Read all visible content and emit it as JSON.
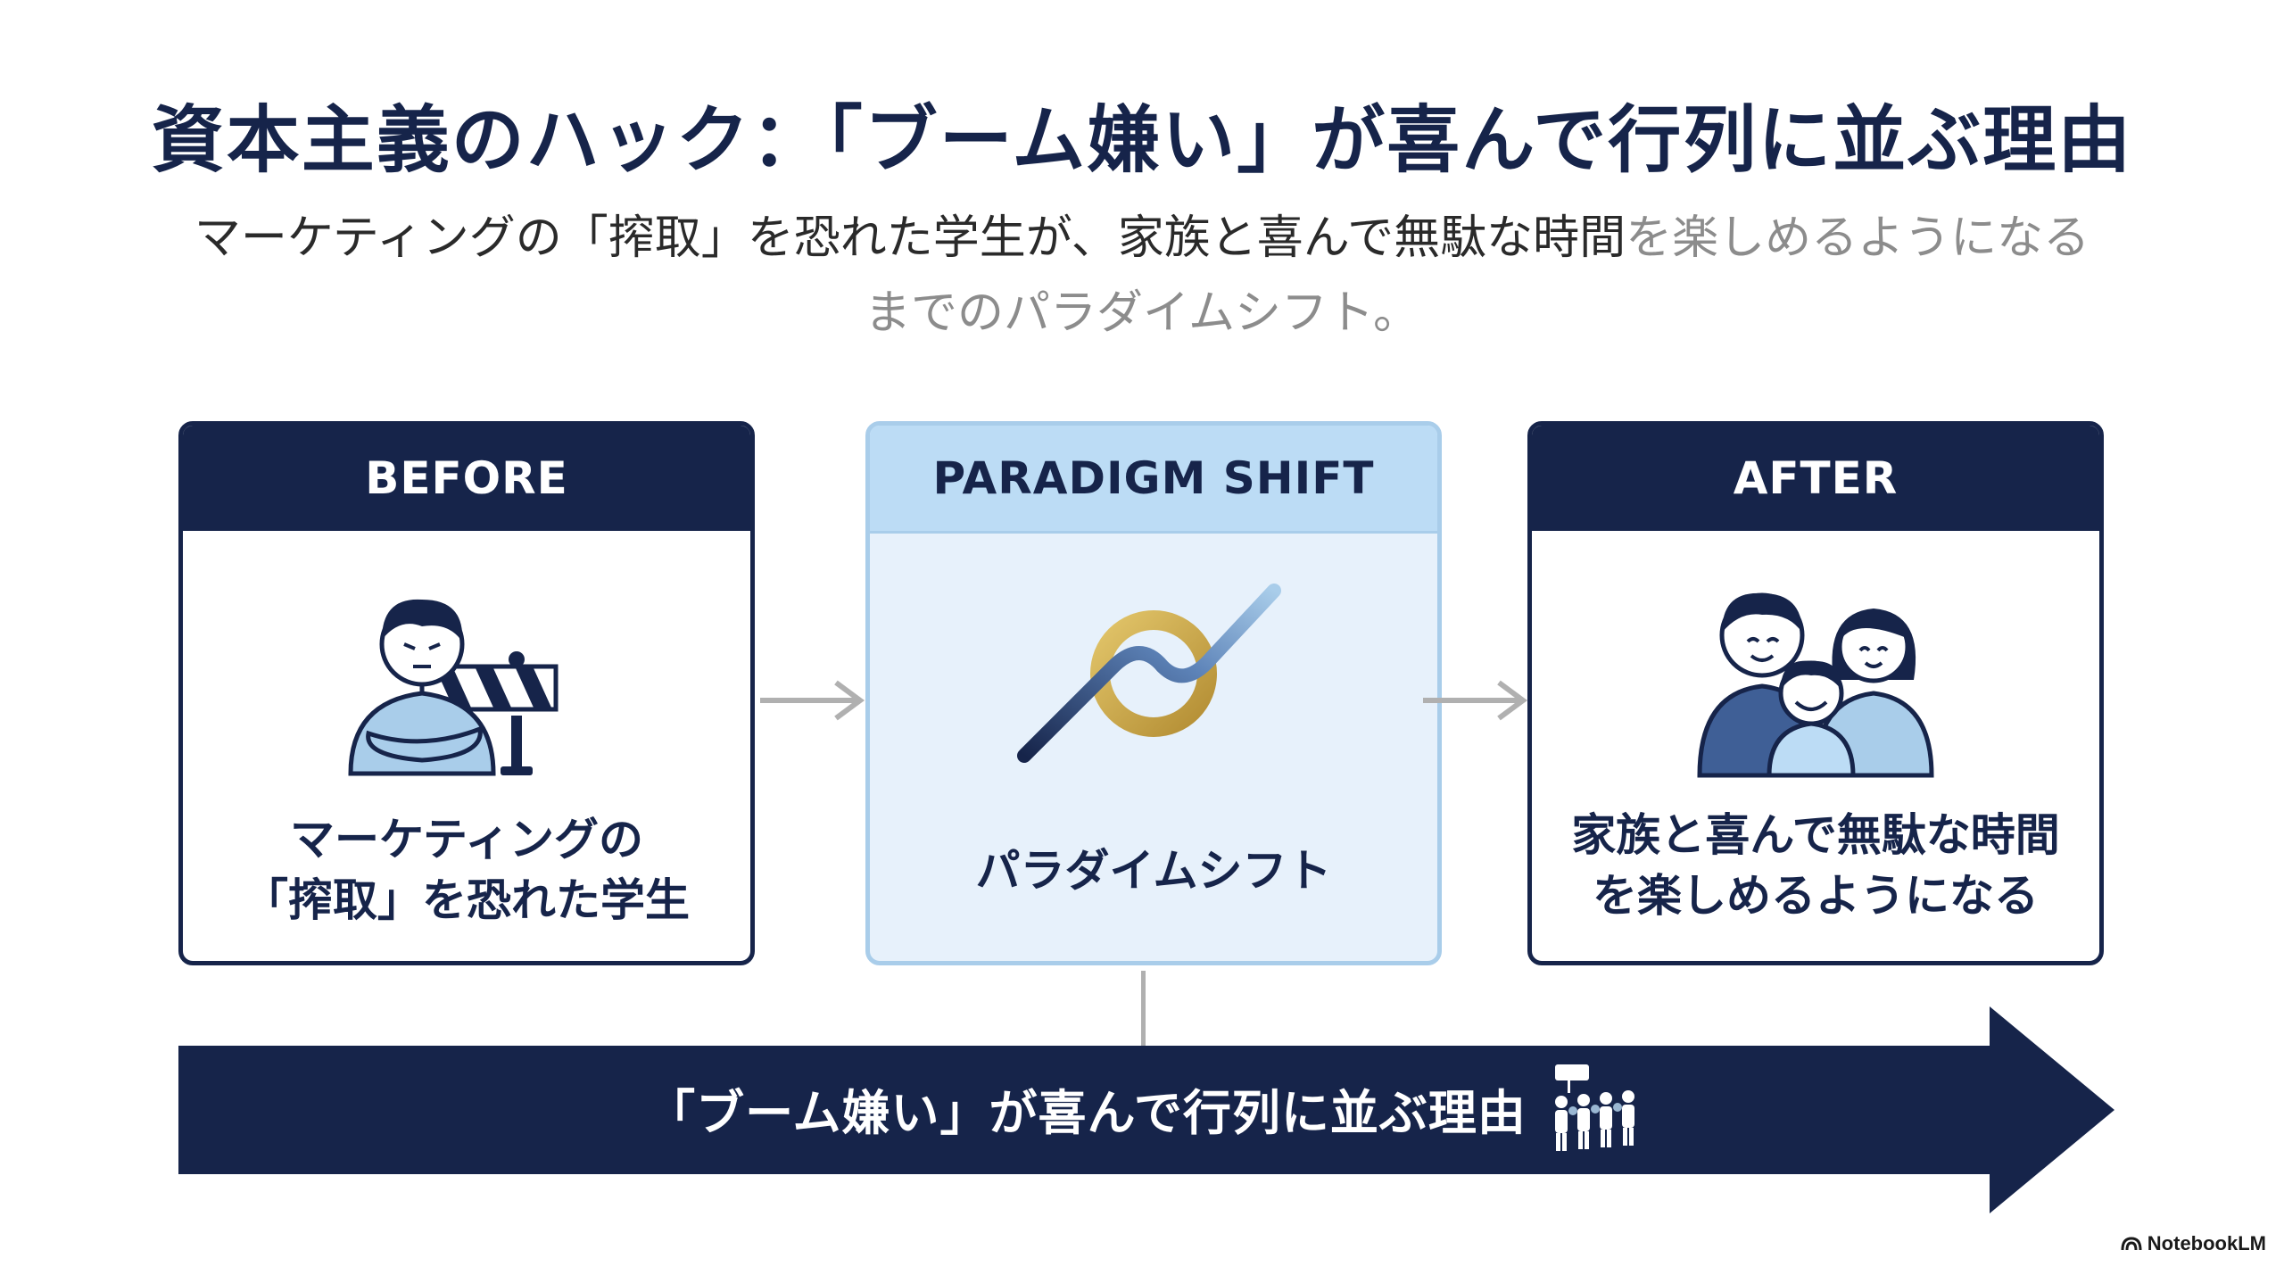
{
  "title": "資本主義のハック：「ブーム嫌い」が喜んで行列に並ぶ理由",
  "subtitle": {
    "line1_dark": "マーケティングの「搾取」を恐れた学生が、家族と喜んで無駄な時間",
    "line1_fade": "を楽しめるようになる",
    "line2": "までのパラダイムシフト。"
  },
  "panels": {
    "before": {
      "header": "BEFORE",
      "caption_line1": "マーケティングの",
      "caption_line2": "「搾取」を恐れた学生"
    },
    "shift": {
      "header": "PARADIGM SHIFT",
      "caption": "パラダイムシフト"
    },
    "after": {
      "header": "AFTER",
      "caption_line1": "家族と喜んで無駄な時間",
      "caption_line2": "を楽しめるようになる"
    }
  },
  "banner": {
    "label": "「ブーム嫌い」が喜んで行列に並ぶ理由"
  },
  "watermark": {
    "label": "NotebookLM"
  },
  "colors": {
    "navy": "#16244a",
    "light_blue": "#bcdcf5",
    "gold": "#c9a74a",
    "arrow_gray": "#b0b0b0"
  }
}
